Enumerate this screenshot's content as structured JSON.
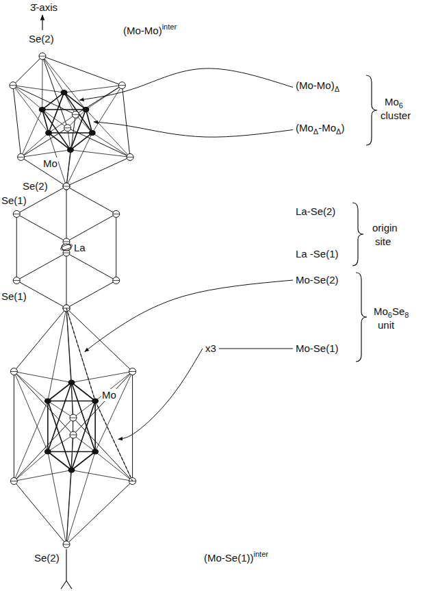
{
  "diagram": {
    "labels": [
      "3̄-axis",
      "Se(2)",
      "(Mo-Mo)",
      "inter",
      "(Mo-Mo)",
      "Δ",
      "(Mo",
      "Δ",
      "-Mo",
      "Δ",
      ")",
      "Mo",
      "6",
      "cluster",
      "Mo",
      "Se(2)",
      "Se(1)",
      "La-Se(2)",
      "La",
      "origin",
      "La -Se(1)",
      "site",
      "Se(1)",
      "Mo",
      "Mo-Se(2)",
      "Mo",
      "6",
      "Se",
      "8",
      "unit",
      "x3",
      "Mo-Se(1)",
      "Se(2)",
      "(Mo-Se(1))",
      "inter"
    ]
  }
}
